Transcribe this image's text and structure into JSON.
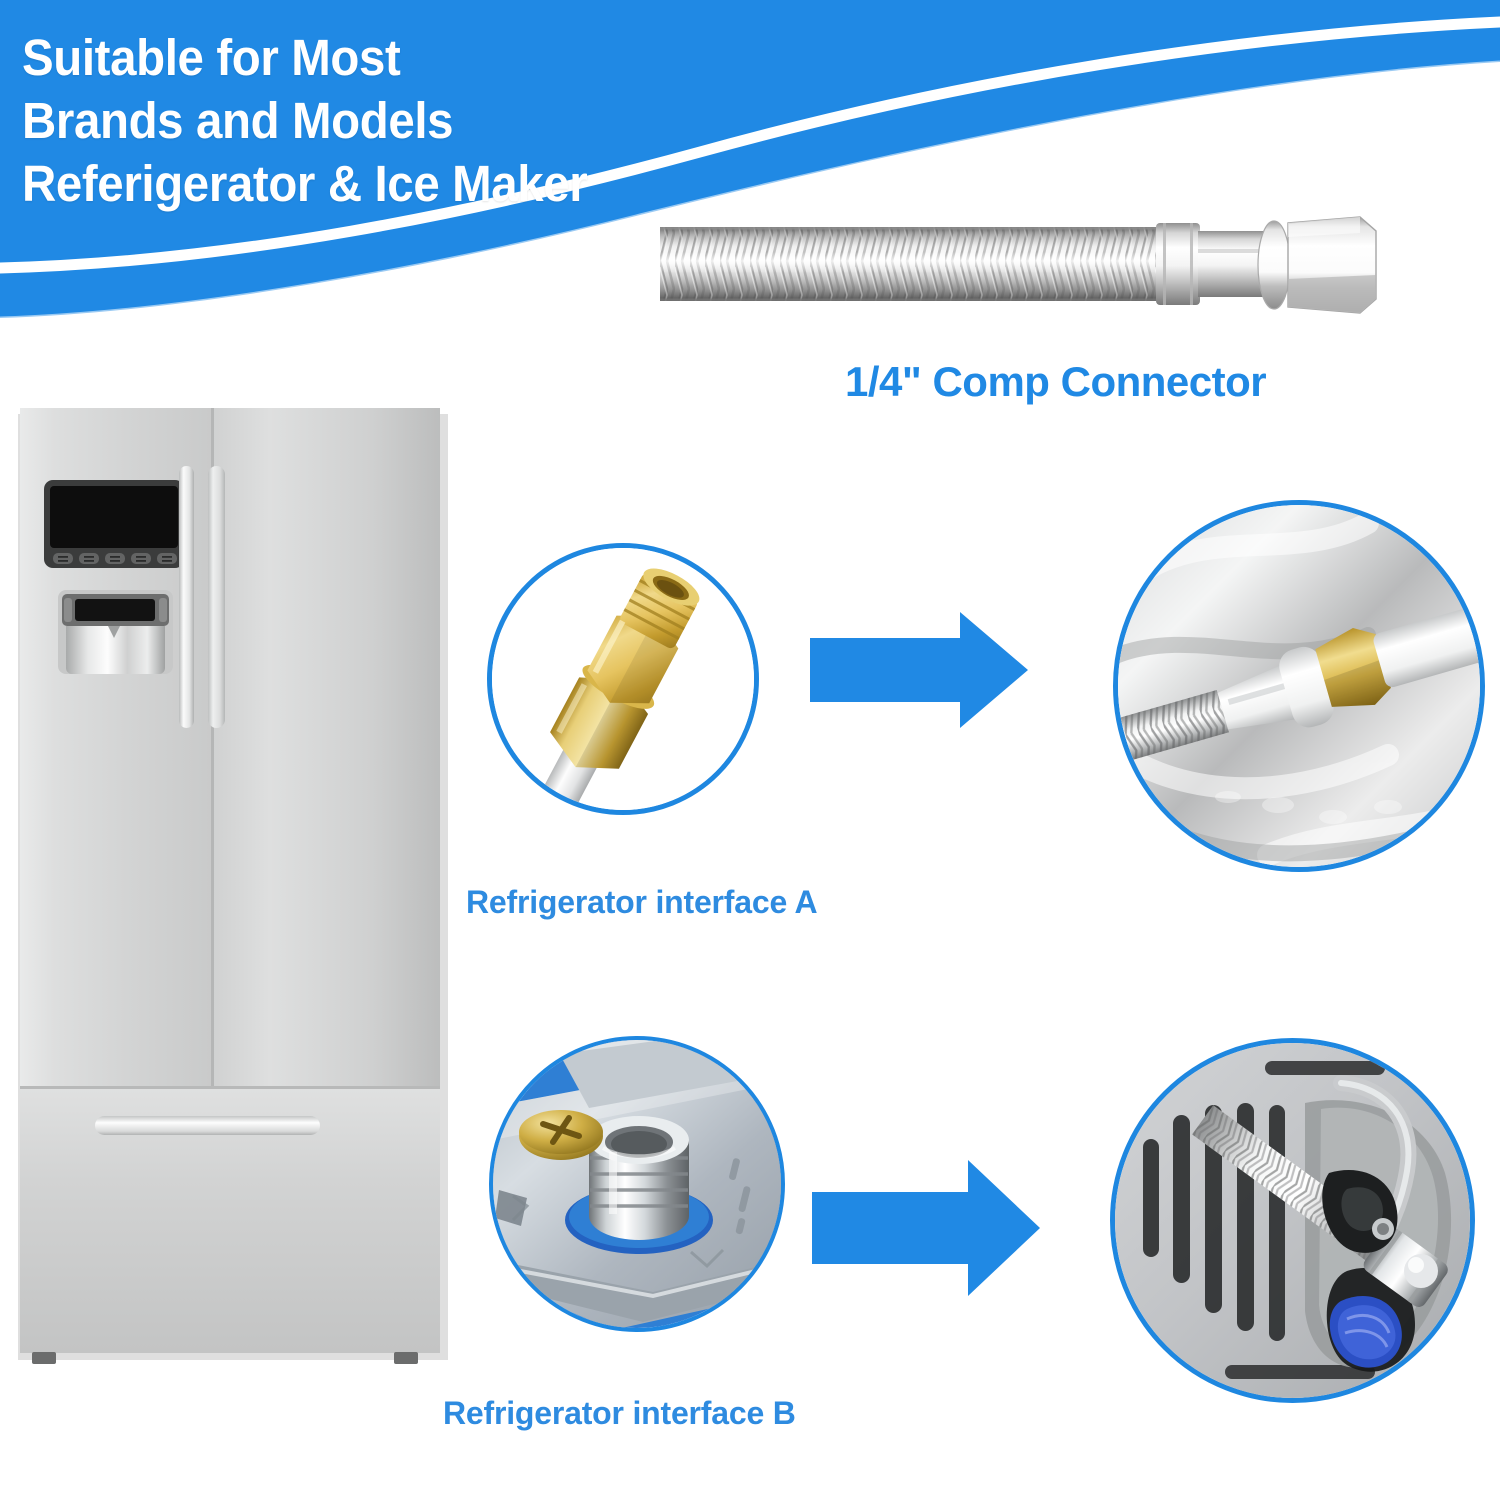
{
  "theme": {
    "brand_blue": "#2089E4",
    "ring_blue": "#1E87E0",
    "caption_blue": "#2E8BE0",
    "banner_blue": "#2089E4",
    "white": "#FFFFFF"
  },
  "banner": {
    "headline_lines": [
      "Suitable for Most",
      "Brands and Models",
      "Referigerator & Ice Maker"
    ]
  },
  "product": {
    "name": "braided-stainless-water-supply-line",
    "connector_label": "1/4\" Comp Connector"
  },
  "appliance": {
    "name": "french-door-refrigerator",
    "control_panel_buttons": 5
  },
  "callouts": [
    {
      "id": "a",
      "caption": "Refrigerator interface A",
      "source_icon": "brass-compression-fitting",
      "target_icon": "hose-connected-to-brass-fitting",
      "arrow_icon": "right-arrow-icon"
    },
    {
      "id": "b",
      "caption": "Refrigerator interface B",
      "source_icon": "chrome-threaded-port-on-bracket",
      "target_icon": "hose-connected-behind-vent-panel",
      "arrow_icon": "right-arrow-icon"
    }
  ]
}
